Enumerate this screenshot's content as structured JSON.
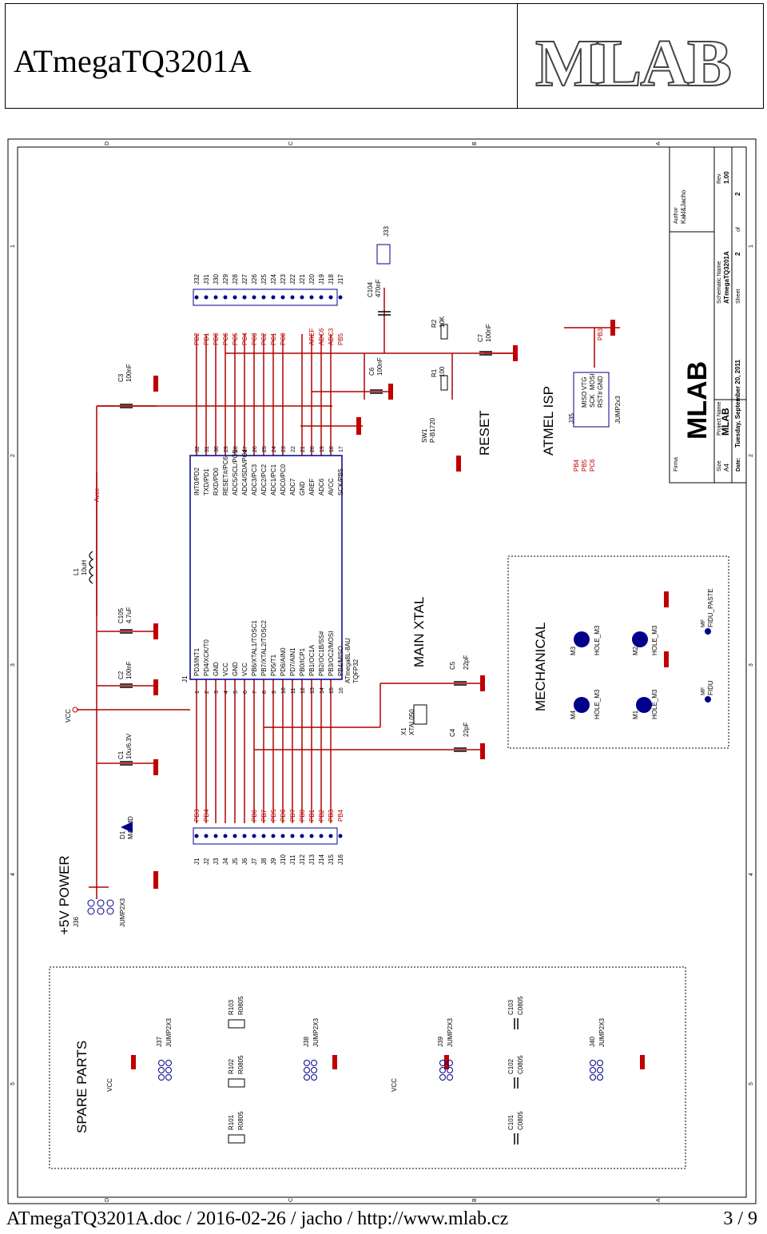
{
  "header": {
    "title": "ATmegaTQ3201A",
    "logo_text": "MLAB"
  },
  "footer": {
    "left": "ATmegaTQ3201A.doc / 2016-02-26 / jacho / http://www.mlab.cz",
    "right": "3 / 9"
  },
  "schematic": {
    "sections": {
      "power": "+5V POWER",
      "spare": "SPARE PARTS",
      "main_xtal": "MAIN XTAL",
      "mechanical": "MECHANICAL",
      "reset": "RESET",
      "isp": "ATMEL ISP"
    },
    "mcu": {
      "ref": "J1",
      "part": "ATmega8L-8AU",
      "package": "TQFP32",
      "left_pins": [
        "PD3/INT1",
        "PD4/XCK/T0",
        "GND",
        "VCC",
        "GND",
        "VCC",
        "PB6/XTAL1/TOSC1",
        "PB7/XTAL2/TOSC2",
        "PD5/T1",
        "PD6/AIN0",
        "PD7/AIN1",
        "PB0/ICP1",
        "PB1/OC1A",
        "PB2/OC1B/SS#",
        "PB3/OC2/MOSI",
        "PB4/MISO"
      ],
      "right_pins": [
        "INT0/PD2",
        "TXD/PD1",
        "RXD/PD0",
        "RESET#/PC6",
        "ADC5/SCL/PC5",
        "ADC4/SDA/PC4",
        "ADC3/PC3",
        "ADC2/PC2",
        "ADC1/PC1",
        "ADC0/PC0",
        "ADC7",
        "GND",
        "AREF",
        "ADC6",
        "AVCC",
        "SCK/PB5"
      ],
      "left_nums": [
        "1",
        "2",
        "3",
        "4",
        "5",
        "6",
        "7",
        "8",
        "9",
        "10",
        "11",
        "12",
        "13",
        "14",
        "15",
        "16"
      ],
      "right_nums": [
        "32",
        "31",
        "30",
        "29",
        "28",
        "27",
        "26",
        "25",
        "24",
        "23",
        "22",
        "21",
        "20",
        "19",
        "18",
        "17"
      ]
    },
    "bottom_connectors": {
      "refs": [
        "J1",
        "J2",
        "J3",
        "J4",
        "J5",
        "J6",
        "J7",
        "J8",
        "J9",
        "J10",
        "J11",
        "J12",
        "J13",
        "J14",
        "J15",
        "J16"
      ],
      "nets": [
        "PD3",
        "PD4",
        "",
        "",
        "",
        "",
        "PB6",
        "PB7",
        "PD5",
        "PD6",
        "PD7",
        "PB0",
        "PB1",
        "PB2",
        "PB3",
        "PB4"
      ]
    },
    "top_connectors": {
      "refs": [
        "J32",
        "J31",
        "J30",
        "J29",
        "J28",
        "J27",
        "J26",
        "J25",
        "J24",
        "J23",
        "J22",
        "J21",
        "J20",
        "J19",
        "J18",
        "J17"
      ],
      "nets": [
        "PD2",
        "PD1",
        "PD0",
        "PC6",
        "PC5",
        "PC4",
        "PC3",
        "PC2",
        "PC1",
        "PC0",
        "",
        "",
        "AREF",
        "ADC6",
        "ADC3",
        "PB5"
      ]
    },
    "components": {
      "c3": [
        "C3",
        "100nF"
      ],
      "c2": [
        "C2",
        "100nF"
      ],
      "c105": [
        "C105",
        "4.7uF"
      ],
      "c1": [
        "C1",
        "10u/6.3V"
      ],
      "l1": [
        "L1",
        "10uH"
      ],
      "d1": [
        "D1",
        "M4SMD"
      ],
      "j36": [
        "J36",
        "JUMP2X3"
      ],
      "x1": [
        "X1",
        "XTAL050"
      ],
      "c5": [
        "C5",
        "22pF"
      ],
      "c4": [
        "C4",
        "22pF"
      ],
      "c6": [
        "C6",
        "100nF"
      ],
      "c104": [
        "C104",
        "470nF"
      ],
      "c7": [
        "C7",
        "100nF"
      ],
      "r1": [
        "R1",
        "100"
      ],
      "r2": [
        "R2",
        "10K"
      ],
      "sw1": [
        "SW1",
        "P-B1720"
      ],
      "j33": "J33",
      "j35": [
        "J35",
        "JUMP2x3"
      ],
      "m1": [
        "M1",
        "HOLE_M3"
      ],
      "m2": [
        "M2",
        "HOLE_M3"
      ],
      "m3": [
        "M3",
        "HOLE_M3"
      ],
      "m4": [
        "M4",
        "HOLE_M3"
      ],
      "fidu": [
        "MF",
        "FIDU"
      ],
      "fidu_paste": [
        "MF",
        "FIDU_PASTE"
      ],
      "j37": [
        "J37",
        "JUMP2X3"
      ],
      "j38": [
        "J38",
        "JUMP2X3"
      ],
      "j39": [
        "J39",
        "JUMP2X3"
      ],
      "j40": [
        "J40",
        "JUMP2X3"
      ],
      "r101": [
        "R101",
        "R0805"
      ],
      "r102": [
        "R102",
        "R0805"
      ],
      "r103": [
        "R103",
        "R0805"
      ],
      "c101": [
        "C101",
        "C0805"
      ],
      "c102": [
        "C102",
        "C0805"
      ],
      "c103": [
        "C103",
        "C0805"
      ]
    },
    "isp_pins": [
      "MISO",
      "SCK",
      "RST#",
      "VTG",
      "MOSI",
      "GND"
    ],
    "isp_nets": [
      "PB4",
      "PB5",
      "PC6",
      "PB3"
    ],
    "net_labels": {
      "vcc": "VCC",
      "avcc": "Avcc"
    },
    "title_block": {
      "firma_label": "Firma",
      "company": "MLAB",
      "author_label": "Author",
      "author": "Kakl&Jacho",
      "schematic_name_label": "Schematic Name",
      "schematic_name": "ATmegaTQ3201A",
      "project_name_label": "Project Name",
      "project_name": "MLAB",
      "size_label": "Size",
      "size": "A4",
      "rev_label": "Rev",
      "rev": "1.00",
      "sheet_label": "Sheet",
      "sheet": "2",
      "of_label": "of",
      "of": "2",
      "date_label": "Date:",
      "date": "Tuesday, September 20, 2011"
    },
    "frame": {
      "zones_letters": [
        "D",
        "C",
        "B",
        "A"
      ],
      "zones_numbers": [
        "1",
        "2",
        "3",
        "4",
        "5"
      ]
    }
  }
}
